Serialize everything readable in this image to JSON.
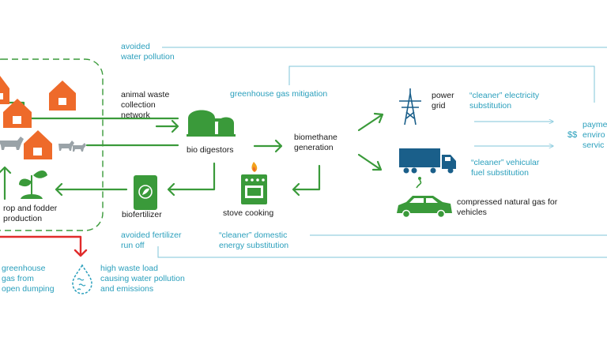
{
  "colors": {
    "green": "#3a9a3a",
    "orange": "#ee6a2a",
    "teal": "#2a9fbc",
    "red": "#e02b2b",
    "gray": "#9aa3a8",
    "dark": "#1a1a1a"
  },
  "labels": {
    "avoided_water_pollution": "avoided\nwater pollution",
    "animal_waste_collection": "animal waste\ncollection\nnetwork",
    "greenhouse_gas_mitigation": "greenhouse gas mitigation",
    "bio_digestors": "bio digestors",
    "biomethane_generation": "biomethane\ngeneration",
    "power_grid": "power\ngrid",
    "cleaner_electricity": "“cleaner” electricity\nsubstitution",
    "cleaner_vehicular": "“cleaner” vehicular\nfuel substitution",
    "compressed_natural_gas": "compressed natural gas for\nvehicles",
    "payments_partial": "payme\nenviro\nservic",
    "money_symbol": "$$",
    "crop_fodder": "rop and fodder\nproduction",
    "biofertilizer": "biofertilizer",
    "stove_cooking": "stove cooking",
    "avoided_fertilizer": "avoided fertilizer\nrun off",
    "cleaner_domestic": "“cleaner” domestic\nenergy substitution",
    "greenhouse_gas_open": "greenhouse\ngas from\nopen dumping",
    "high_waste_load": "high waste load\ncausing water pollution\nand emissions"
  }
}
